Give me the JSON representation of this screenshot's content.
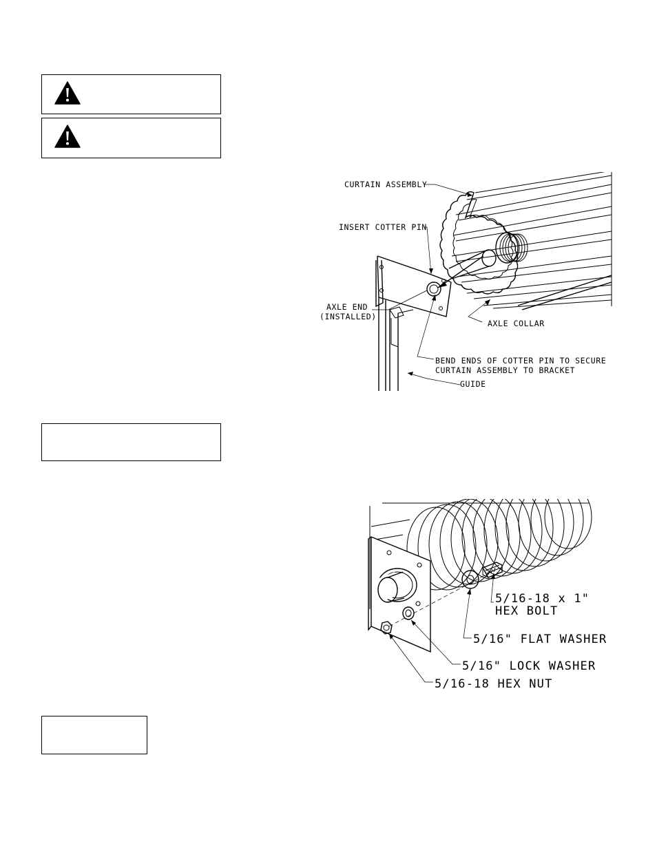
{
  "warning_boxes": [
    {
      "icon": "warning-triangle-icon"
    },
    {
      "icon": "warning-triangle-icon"
    }
  ],
  "figure1": {
    "labels": {
      "curtain_assembly": "CURTAIN ASSEMBLY",
      "insert_cotter_pin": "INSERT COTTER PIN",
      "axle_end_line1": "AXLE END",
      "axle_end_line2": "(INSTALLED)",
      "axle_collar": "AXLE COLLAR",
      "bend_ends_line1": "BEND ENDS OF COTTER PIN TO SECURE",
      "bend_ends_line2": "CURTAIN ASSEMBLY TO BRACKET",
      "guide": "GUIDE"
    }
  },
  "figure2": {
    "labels": {
      "hex_bolt_line1": "5/16-18 x 1\"",
      "hex_bolt_line2": "HEX BOLT",
      "flat_washer": "5/16\" FLAT WASHER",
      "lock_washer": "5/16\" LOCK WASHER",
      "hex_nut": "5/16-18 HEX NUT"
    }
  }
}
